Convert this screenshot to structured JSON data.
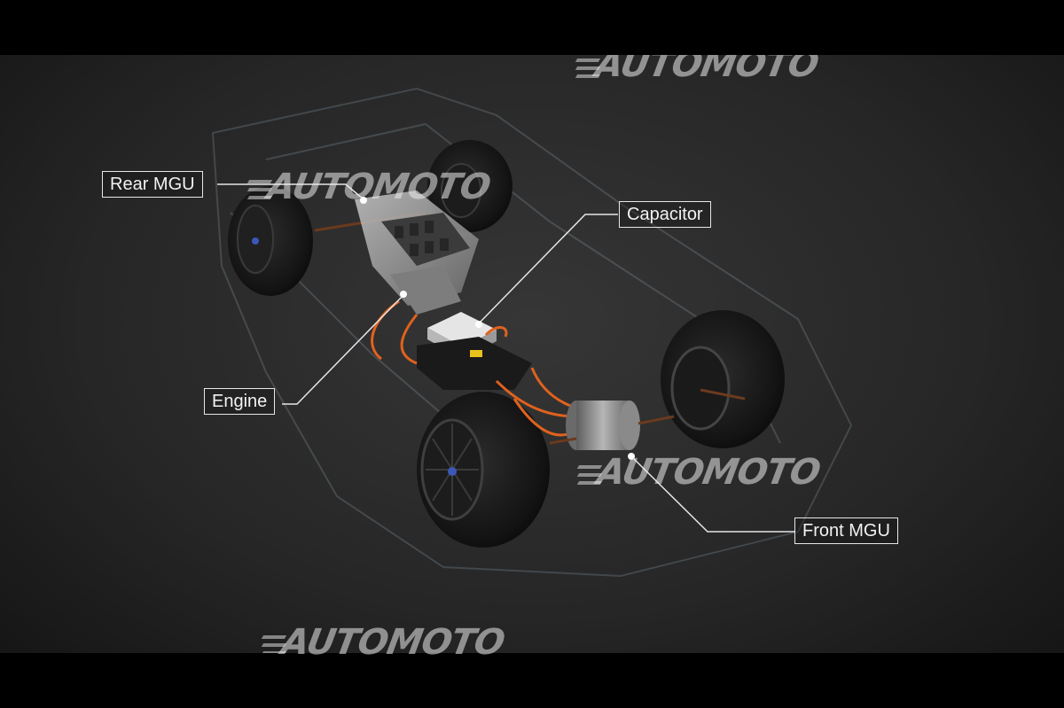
{
  "labels": {
    "rear_mgu": "Rear MGU",
    "capacitor": "Capacitor",
    "engine": "Engine",
    "front_mgu": "Front MGU"
  },
  "watermarks": {
    "w1": "AUTOMOTO",
    "w2": "AUTOMOTO",
    "w3": "AUTOMOTO",
    "w4": "AUTOMOTO"
  },
  "colors": {
    "background": "#262626",
    "label_border": "#e8e8e8",
    "cable_orange": "#e0621e"
  }
}
